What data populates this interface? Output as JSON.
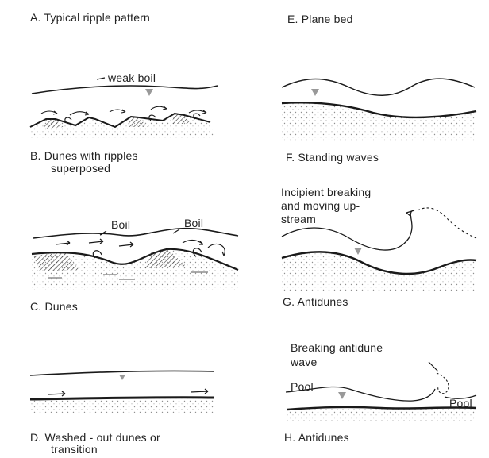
{
  "panels": {
    "a": {
      "caption": "A.  Typical ripple pattern"
    },
    "b": {
      "caption_line1": "B.  Dunes with ripples",
      "caption_line2": "superposed"
    },
    "c": {
      "caption": "C.  Dunes"
    },
    "d": {
      "caption_line1": "D.  Washed - out dunes or",
      "caption_line2": "transition"
    },
    "e": {
      "caption": "E.  Plane bed"
    },
    "f": {
      "caption": "F.  Standing waves"
    },
    "g": {
      "caption": "G.  Antidunes"
    },
    "h": {
      "caption": "H.  Antidunes"
    }
  },
  "annotations": {
    "weak_boil": "weak boil",
    "boil_left": "Boil",
    "boil_right": "Boil",
    "incipient_line1": "Incipient breaking",
    "incipient_line2": "and moving up-",
    "incipient_line3": "stream",
    "breaking_line1": "Breaking antidune",
    "breaking_line2": "wave",
    "pool_left": "Pool",
    "pool_right": "Pool"
  },
  "colors": {
    "ink": "#1a1a1a",
    "sand": "#9a9a9a"
  }
}
